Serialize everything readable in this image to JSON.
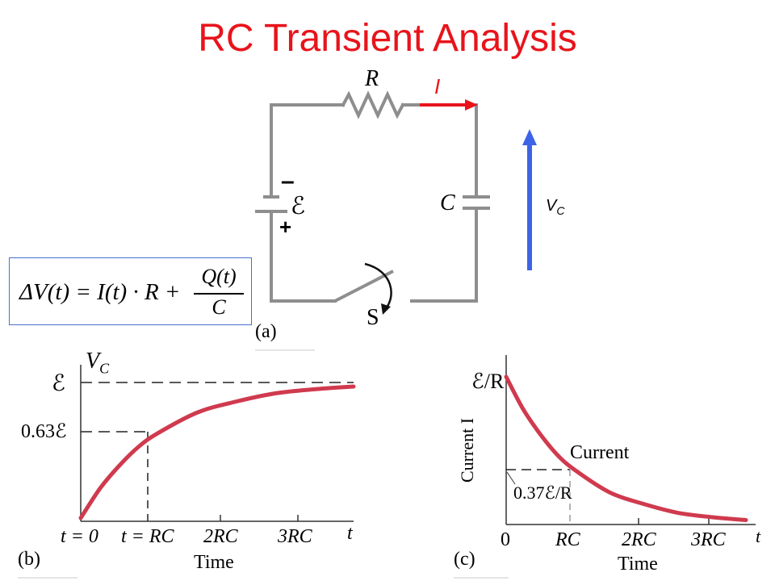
{
  "title": "RC Transient Analysis",
  "circuit": {
    "label_R": "R",
    "label_C": "C",
    "label_E": "ℰ",
    "label_S": "S",
    "label_minus": "–",
    "label_plus": "+",
    "label_I": "I",
    "label_VC_main": "V",
    "label_VC_sub": "C",
    "panel_label": "(a)"
  },
  "equation": {
    "lhs": "ΔV(t) = I(t) · R +",
    "numerator": "Q(t)",
    "denominator": "C"
  },
  "charts": [
    {
      "panel": "(b)",
      "xlabel": "Time",
      "ylabel_main": "V",
      "ylabel_sub": "C",
      "axis_end_label": "t",
      "x_tick_labels": [
        "t = 0",
        "t = RC",
        "2RC",
        "3RC"
      ],
      "y_tick_labels": [
        "ℰ",
        "0.63ℰ"
      ]
    },
    {
      "panel": "(c)",
      "xlabel": "Time",
      "ylabel": "Current I",
      "axis_end_label": "t",
      "x_tick_labels": [
        "0",
        "RC",
        "2RC",
        "3RC"
      ],
      "y_tick_labels": [
        "ℰ/R"
      ],
      "annotations": [
        "Current",
        "0.37ℰ/R"
      ]
    }
  ],
  "chart_data": [
    {
      "type": "line",
      "x": [
        0,
        0.25,
        0.5,
        0.75,
        1,
        1.5,
        2,
        2.5,
        3,
        3.5
      ],
      "y": [
        0,
        0.22,
        0.39,
        0.53,
        0.63,
        0.78,
        0.86,
        0.92,
        0.95,
        0.97
      ],
      "xlim": [
        0,
        3.5
      ],
      "ylim": [
        0,
        1
      ]
    },
    {
      "type": "line",
      "x": [
        0,
        0.25,
        0.5,
        0.75,
        1,
        1.5,
        2,
        2.5,
        3,
        3.5
      ],
      "y": [
        1,
        0.78,
        0.61,
        0.47,
        0.37,
        0.22,
        0.14,
        0.08,
        0.05,
        0.03
      ],
      "xlim": [
        0,
        3.5
      ],
      "ylim": [
        0,
        1
      ]
    }
  ],
  "colors": {
    "title": "#e8141b",
    "curve": "#d03a4e",
    "wire": "#8e8e8e",
    "current_arrow": "#e8141b",
    "voltage_arrow": "#3d63e6",
    "equation_border": "#4a6fd0"
  }
}
